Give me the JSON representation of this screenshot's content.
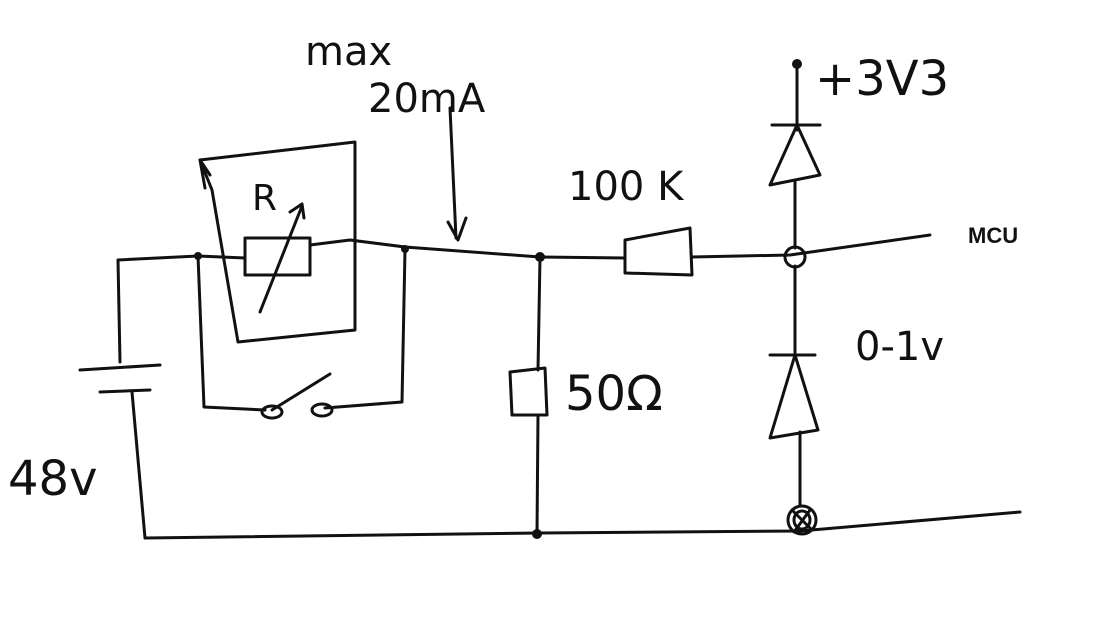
{
  "labels": {
    "max": "max",
    "current": "20mA",
    "pot": "R",
    "resistor_series": "100 K",
    "resistor_shunt": "50Ω",
    "supply_rail": "+3V3",
    "battery": "48v",
    "mcu": "MCU",
    "diode_low": "0-1v"
  },
  "colors": {
    "ink": "#111111",
    "background": "#ffffff"
  }
}
